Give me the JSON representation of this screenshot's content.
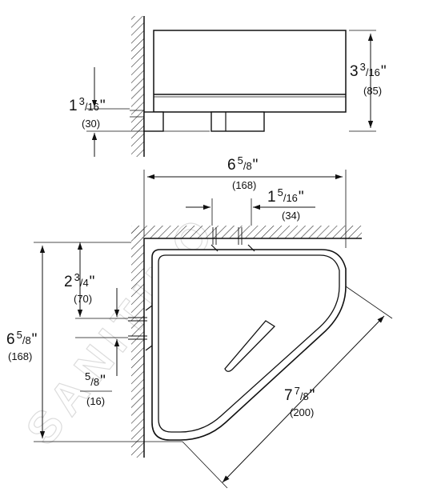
{
  "watermark": "SANITINO",
  "dimensions": {
    "height_top": {
      "whole": "3",
      "num": "3",
      "den": "16",
      "unit": "\"",
      "mm": "(85)"
    },
    "gap_top": {
      "whole": "1",
      "num": "3",
      "den": "16",
      "unit": "\"",
      "mm": "(30)"
    },
    "width_top": {
      "whole": "6",
      "num": "5",
      "den": "8",
      "unit": "\"",
      "mm": "(168)"
    },
    "bracket_span": {
      "whole": "1",
      "num": "5",
      "den": "16",
      "unit": "\"",
      "mm": "(34)"
    },
    "depth_left": {
      "whole": "6",
      "num": "5",
      "den": "8",
      "unit": "\"",
      "mm": "(168)"
    },
    "bracket_drop": {
      "whole": "2",
      "num": "3",
      "den": "4",
      "unit": "\"",
      "mm": "(70)"
    },
    "bracket_gap": {
      "whole": "",
      "num": "5",
      "den": "8",
      "unit": "\"",
      "mm": "(16)"
    },
    "diagonal": {
      "whole": "7",
      "num": "7",
      "den": "8",
      "unit": "\"",
      "mm": "(200)"
    }
  }
}
